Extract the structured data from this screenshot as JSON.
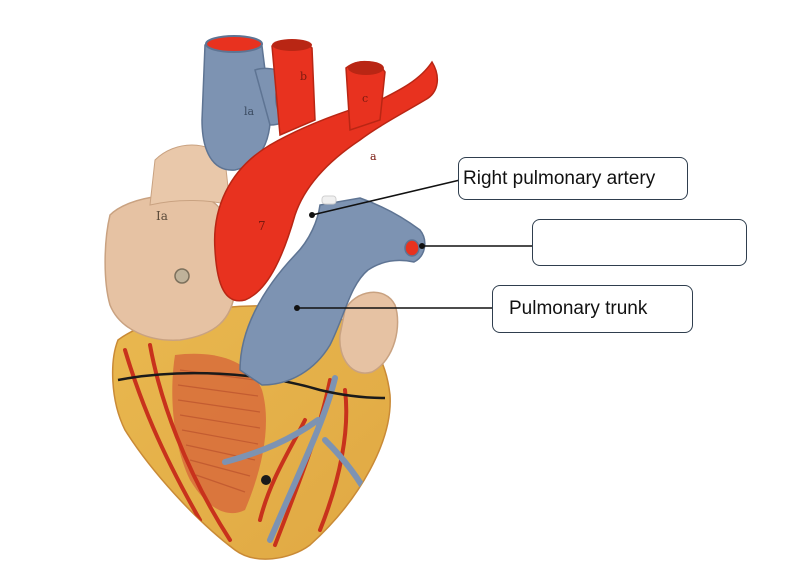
{
  "labels": {
    "right_pulmonary_artery": "Right pulmonary artery",
    "blank_label": "",
    "pulmonary_trunk": "Pulmonary trunk"
  },
  "model_markings": {
    "atrium_tag": "Ia",
    "aorta_tag": "7",
    "svc_tag": "la",
    "artery_tag_b": "b",
    "artery_tag_c": "c",
    "arch_tag": "a"
  },
  "colors": {
    "vein_blue": "#7d93b2",
    "artery_red": "#e8321f",
    "atrium_skin": "#e6c2a3",
    "fat_yellow": "#e9b84f",
    "myocardium": "#d8703c",
    "label_border": "#2f3e4e"
  }
}
